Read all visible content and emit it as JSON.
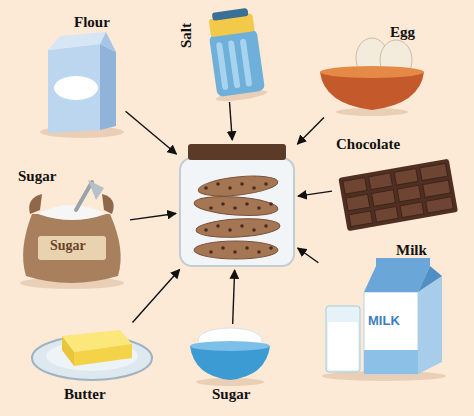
{
  "diagram": {
    "nodes": [
      {
        "text": [
          "Flour"
        ]
      },
      {
        "text": [
          "Salt"
        ]
      },
      {
        "text": [
          "Egg"
        ]
      },
      {
        "text": [
          "Chocolate"
        ]
      },
      {
        "text": [
          "Sugar",
          "Sugar"
        ]
      },
      {
        "text": []
      },
      {
        "text": [
          "Milk",
          "MILK"
        ]
      },
      {
        "text": [
          "Butter"
        ]
      },
      {
        "text": [
          "Sugar"
        ]
      }
    ],
    "edges": [
      {
        "from": 0,
        "to": 5,
        "arrow": "to"
      },
      {
        "from": 1,
        "to": 5,
        "arrow": "to"
      },
      {
        "from": 2,
        "to": 5,
        "arrow": "to"
      },
      {
        "from": 3,
        "to": 5,
        "arrow": "to"
      },
      {
        "from": 4,
        "to": 5,
        "arrow": "to"
      },
      {
        "from": 6,
        "to": 5,
        "arrow": "to"
      },
      {
        "from": 7,
        "to": 5,
        "arrow": "to"
      },
      {
        "from": 8,
        "to": 5,
        "arrow": "to"
      }
    ]
  }
}
